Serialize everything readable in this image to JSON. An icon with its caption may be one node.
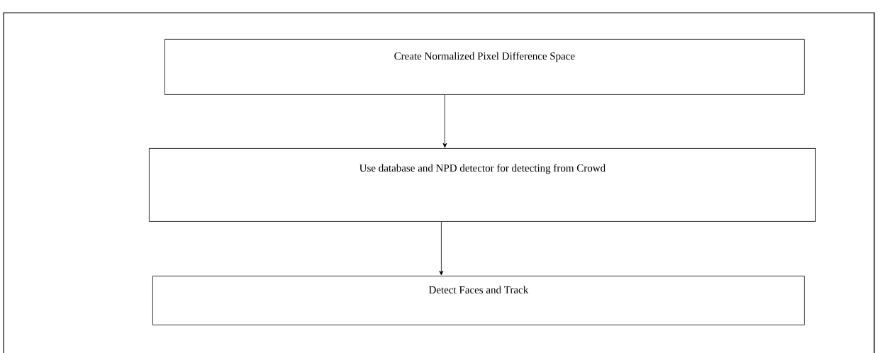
{
  "diagram": {
    "nodes": [
      {
        "text": [
          "Create Normalized Pixel Difference Space"
        ]
      },
      {
        "text": [
          "Use database and NPD detector for detecting from Crowd"
        ]
      },
      {
        "text": [
          "Detect Faces and Track"
        ]
      }
    ],
    "edges": [
      {
        "from": 0,
        "to": 1,
        "arrow": "to"
      },
      {
        "from": 1,
        "to": 2,
        "arrow": "to"
      }
    ]
  }
}
